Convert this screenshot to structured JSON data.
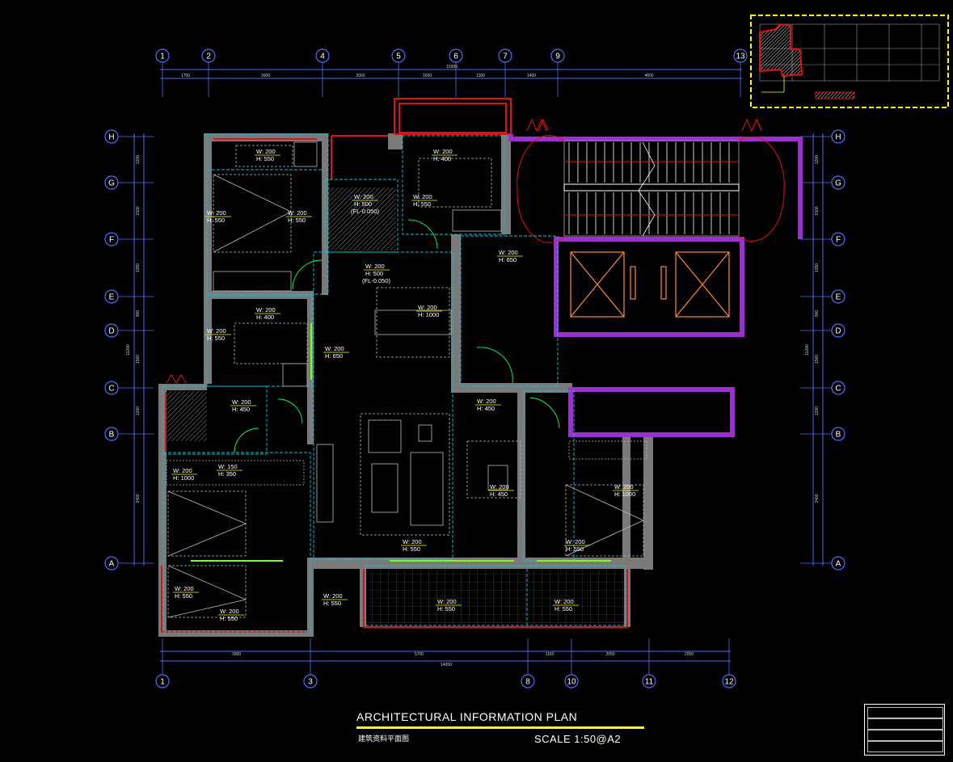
{
  "title": {
    "main": "ARCHITECTURAL INFORMATION PLAN",
    "sub": "建筑资料平面图",
    "scale": "SCALE  1:50@A2"
  },
  "axes": {
    "top": [
      "1",
      "2",
      "4",
      "5",
      "6",
      "7",
      "9",
      "13"
    ],
    "bottom": [
      "1",
      "3",
      "8",
      "10",
      "11",
      "12"
    ],
    "left": [
      "H",
      "G",
      "F",
      "E",
      "D",
      "C",
      "B",
      "A"
    ],
    "right": [
      "H",
      "G",
      "F",
      "E",
      "D",
      "C",
      "B",
      "A"
    ]
  },
  "dimensions": {
    "top_total": "15300",
    "top": [
      "1700",
      "3000",
      "3000",
      "1500",
      "1300",
      "1400",
      "4000"
    ],
    "bottom_total": "14050",
    "bottom": [
      "3900",
      "5700",
      "1150",
      "2050",
      "2050"
    ],
    "left": [
      "1200",
      "1500",
      "1350",
      "900",
      "1500",
      "1200",
      "3400"
    ],
    "left_total": "11200",
    "right": [
      "1200",
      "1500",
      "1350",
      "900",
      "1500",
      "1200",
      "3400"
    ],
    "right_total": "11200"
  },
  "tags": [
    {
      "w": "W: 200",
      "h": "H: 550"
    },
    {
      "w": "W: 200",
      "h": "H: 400"
    },
    {
      "w": "W: 200",
      "h": "H: 500",
      "extra": "(FL-0.050)"
    },
    {
      "w": "W: 200",
      "h": "H: 550"
    },
    {
      "w": "W: 200",
      "h": "H: 550"
    },
    {
      "w": "W: 200",
      "h": "H: 550"
    },
    {
      "w": "W: 200",
      "h": "H: 500",
      "extra": "(FL-0.050)"
    },
    {
      "w": "W: 200",
      "h": "H: 650"
    },
    {
      "w": "W: 200",
      "h": "H: 400"
    },
    {
      "w": "W: 200",
      "h": "H: 1000"
    },
    {
      "w": "W: 200",
      "h": "H: 550"
    },
    {
      "w": "W: 200",
      "h": "H: 650"
    },
    {
      "w": "W: 200",
      "h": "H: 450"
    },
    {
      "w": "W: 200",
      "h": "H: 450"
    },
    {
      "w": "W: 200",
      "h": "H: 1000"
    },
    {
      "w": "W: 150",
      "h": "H: 350"
    },
    {
      "w": "W: 200",
      "h": "H: 450"
    },
    {
      "w": "W: 200",
      "h": "H: 1000"
    },
    {
      "w": "W: 200",
      "h": "H: 550"
    },
    {
      "w": "W: 200",
      "h": "H: 550"
    },
    {
      "w": "W: 200",
      "h": "H: 550"
    },
    {
      "w": "W: 200",
      "h": "H: 550"
    },
    {
      "w": "W: 200",
      "h": "H: 550"
    },
    {
      "w": "W: 200",
      "h": "H: 550"
    },
    {
      "w": "W: 200",
      "h": "H: 550"
    }
  ],
  "notes": {
    "minus": "(FL-0.050)"
  },
  "colors": {
    "axis": "#4f6bff",
    "wall": "#7a7a7a",
    "outline": "#9c2fd0",
    "red": "#e01010",
    "cyan": "#00c8d8",
    "yellow": "#ffff00",
    "green": "#7fff00"
  }
}
